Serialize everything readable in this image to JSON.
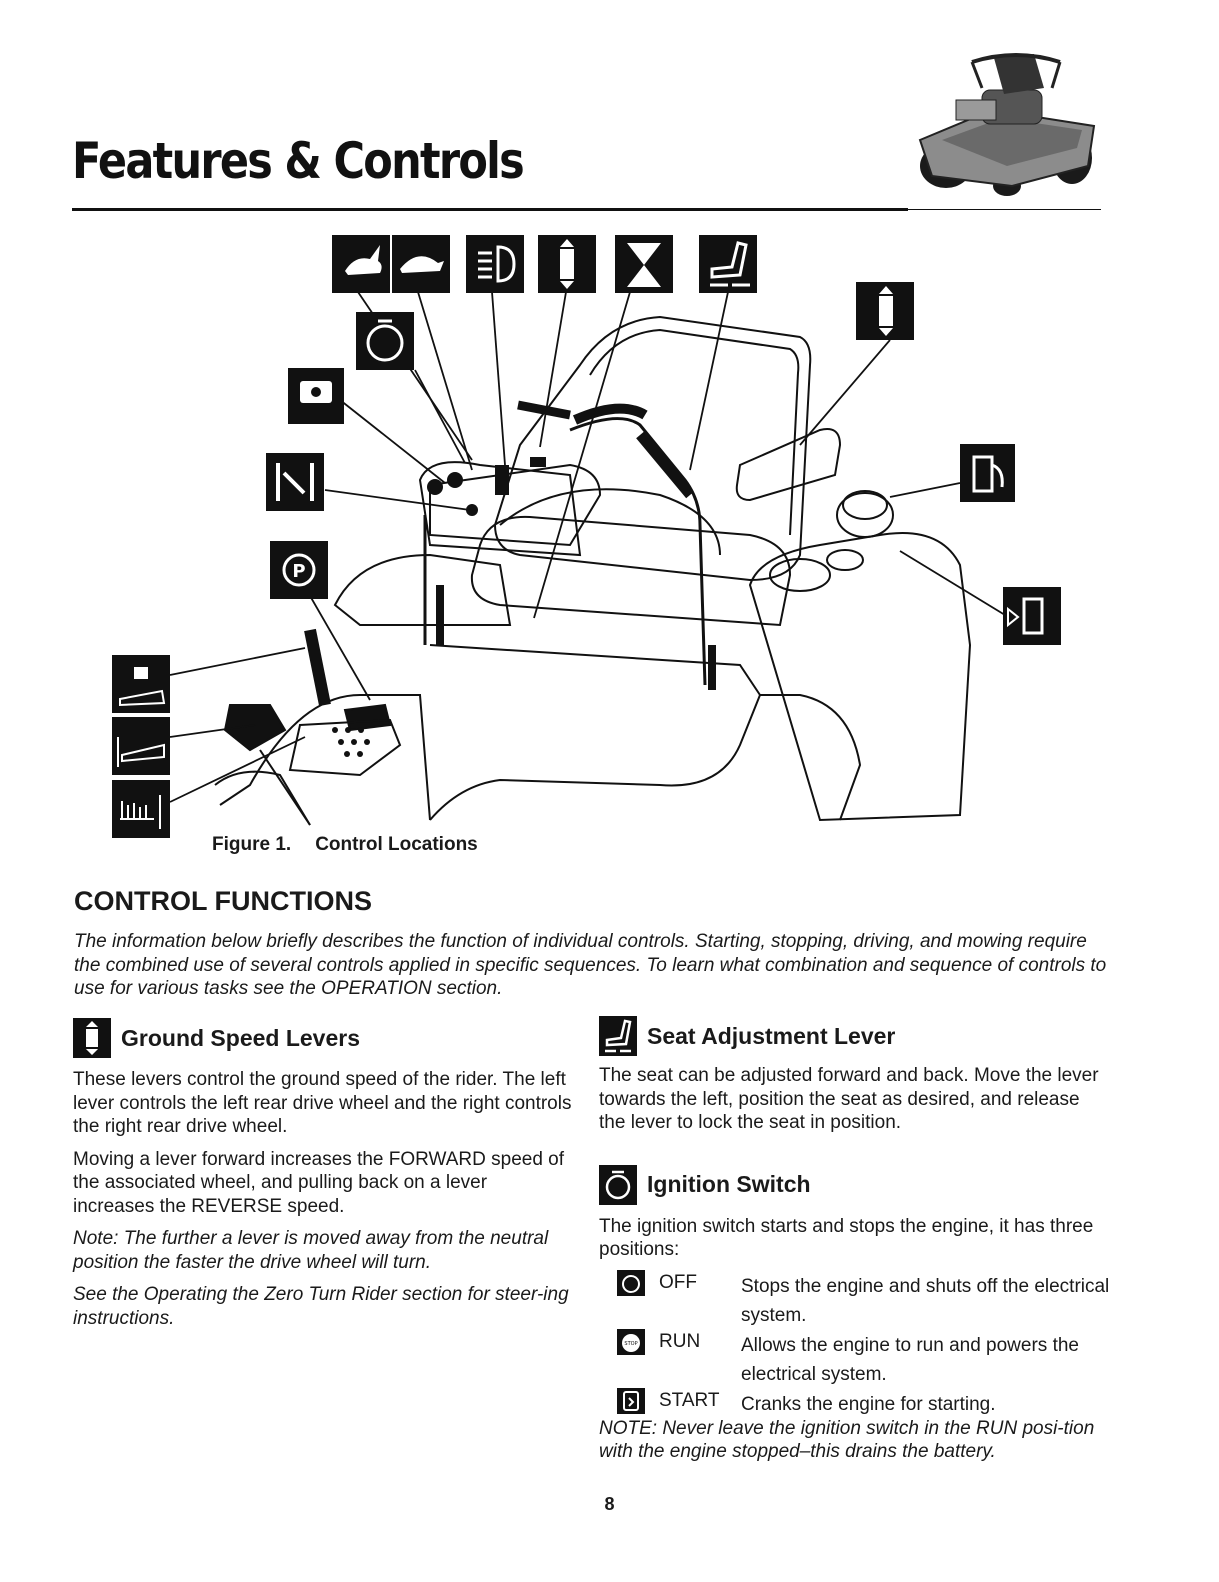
{
  "header": {
    "title": "Features & Controls"
  },
  "figure": {
    "caption_num": "Figure 1.",
    "caption_text": "Control Locations"
  },
  "control_functions": {
    "heading": "CONTROL FUNCTIONS",
    "intro": "The information below briefly describes the function of individual controls.  Starting, stopping, driving, and mowing require the combined use of several controls applied in specific sequences. To learn what combination and sequence of controls to use for various tasks see the OPERATION section."
  },
  "ground_speed": {
    "title": "Ground Speed Levers",
    "p1": "These levers control the ground speed of the rider. The left lever controls the left rear drive wheel and the right controls the right rear drive wheel.",
    "p2": "Moving a lever forward increases the FORWARD speed of the associated wheel, and pulling back on a lever increases the REVERSE speed.",
    "note": "Note: The further a lever is moved away from the neutral position the faster the drive wheel will turn.",
    "see": "See the Operating the Zero Turn Rider section for steer-ing instructions."
  },
  "seat": {
    "title": "Seat Adjustment Lever",
    "p1": "The seat can be adjusted forward and back. Move the lever towards the left, position the seat as desired, and release the lever to lock the seat in position."
  },
  "ignition": {
    "title": "Ignition Switch",
    "p1": "The ignition switch starts and stops the engine, it has three positions:",
    "positions": [
      {
        "name": "OFF",
        "desc": "Stops the engine and shuts off the electrical system."
      },
      {
        "name": "RUN",
        "desc": "Allows the engine to run and powers the electrical system."
      },
      {
        "name": "START",
        "desc": "Cranks the engine for starting."
      }
    ],
    "icon_text": "STOP",
    "note": "NOTE: Never leave the ignition switch in the RUN posi-tion with the engine stopped–this drains the battery."
  },
  "footer": {
    "page": "8"
  },
  "icons": [
    "rabbit-icon",
    "turtle-icon",
    "headlight-icon",
    "ground-speed-icon",
    "hourglass-icon",
    "seat-adjust-icon",
    "ignition-icon",
    "pto-icon",
    "choke-icon",
    "parking-brake-icon",
    "fuel-gauge-icon",
    "fuel-fill-icon",
    "deck-lock-icon",
    "deck-lift-icon",
    "cutting-height-icon"
  ],
  "colors": {
    "text": "#1a1a1a",
    "icon_bg": "#111111"
  }
}
